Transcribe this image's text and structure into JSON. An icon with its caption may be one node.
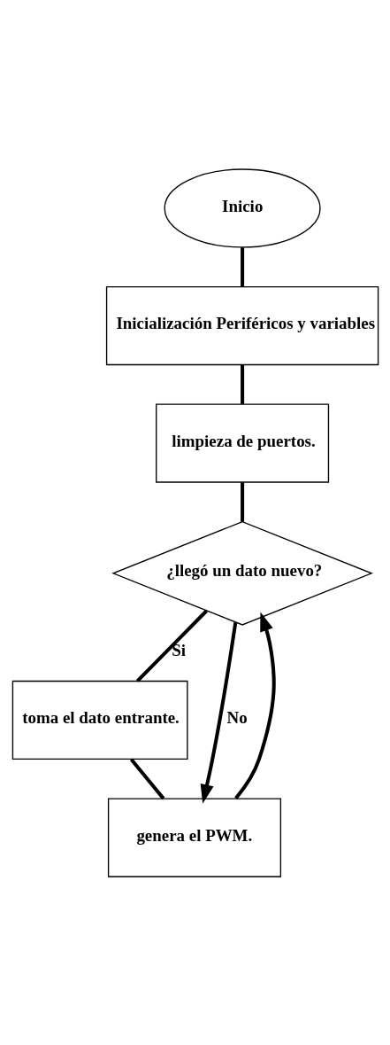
{
  "diagram": {
    "nodes": [
      {
        "text": [
          "Inicio"
        ]
      },
      {
        "text": [
          "Inicialización Periféricos y variables"
        ]
      },
      {
        "text": [
          "limpieza de puertos."
        ]
      },
      {
        "text": [
          "¿llegó un dato nuevo?"
        ]
      },
      {
        "text": [
          "toma el dato entrante."
        ]
      },
      {
        "text": [
          "genera el PWM."
        ]
      }
    ],
    "edges": [
      {
        "from": 0,
        "to": 1,
        "arrow": "none"
      },
      {
        "from": 1,
        "to": 2,
        "arrow": "none"
      },
      {
        "from": 2,
        "to": 3,
        "arrow": "none"
      },
      {
        "from": 3,
        "to": 4,
        "arrow": "none",
        "label": "Si"
      },
      {
        "from": 3,
        "to": 5,
        "arrow": "to",
        "label": "No"
      },
      {
        "from": 4,
        "to": 5,
        "arrow": "none"
      },
      {
        "from": 5,
        "to": 3,
        "arrow": "to"
      }
    ]
  }
}
